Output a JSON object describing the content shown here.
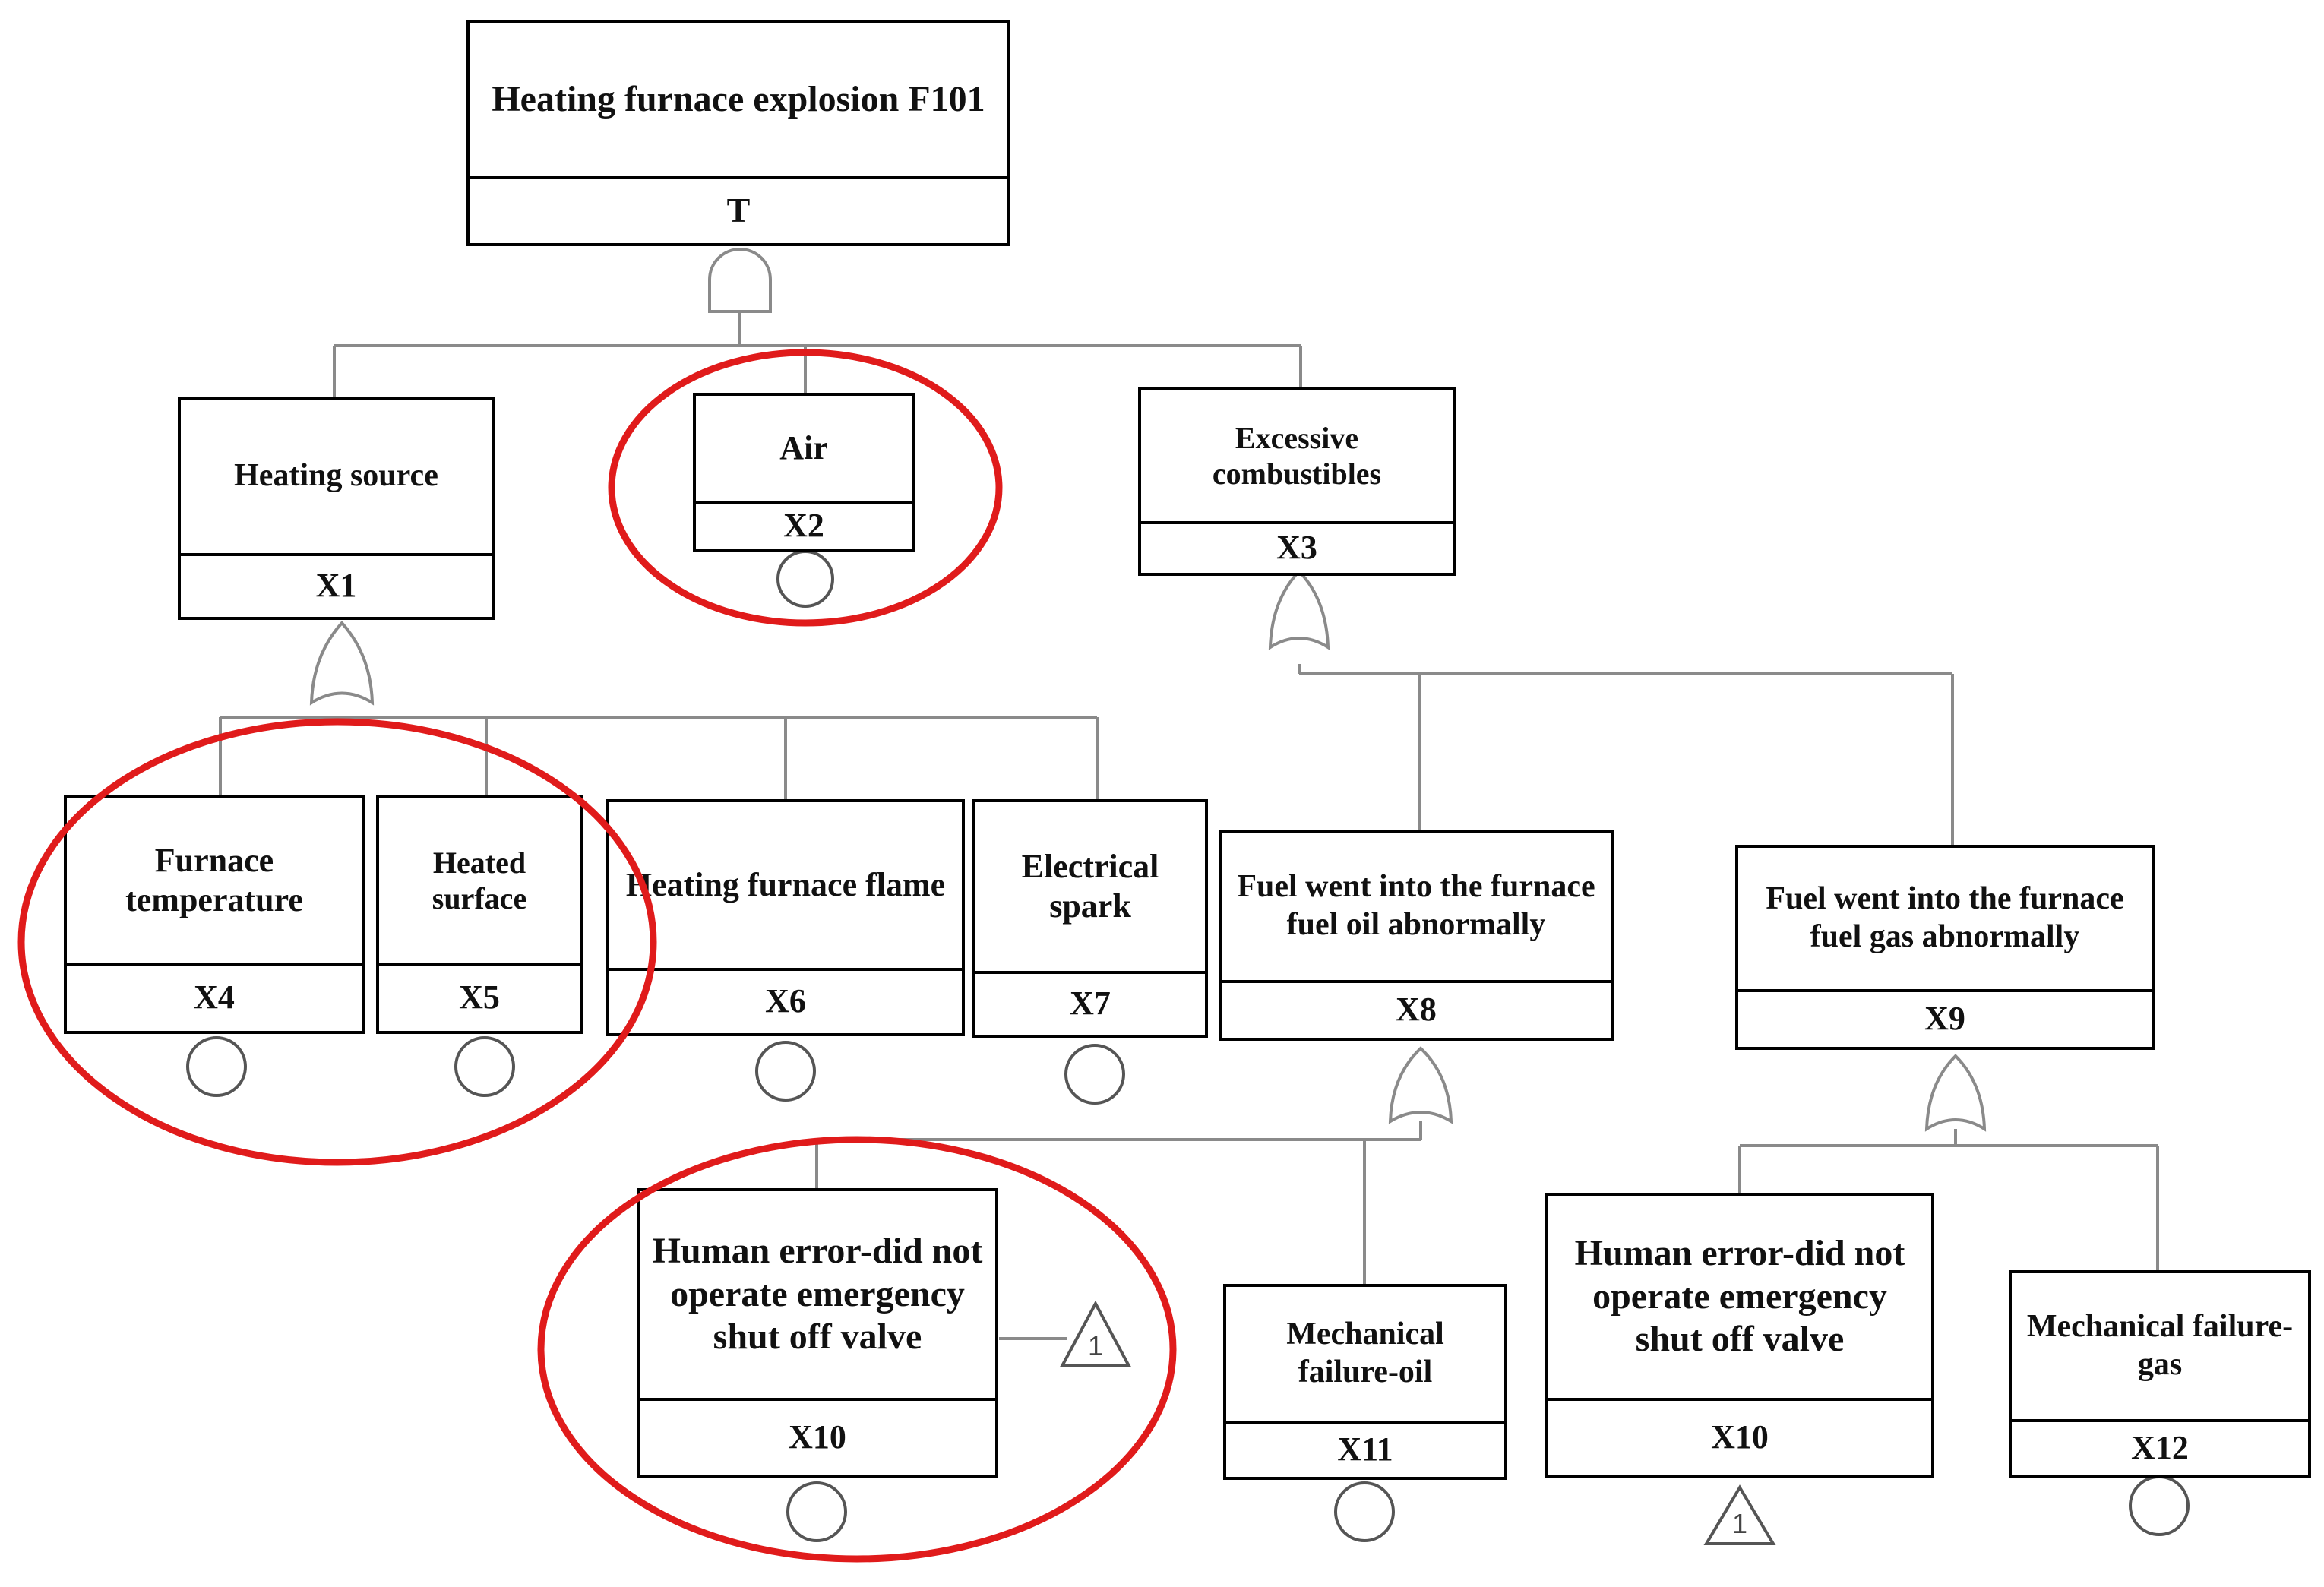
{
  "nodes": {
    "t": {
      "label": "Heating furnace explosion F101",
      "code": "T"
    },
    "x1": {
      "label": "Heating source",
      "code": "X1"
    },
    "x2": {
      "label": "Air",
      "code": "X2"
    },
    "x3": {
      "label": "Excessive combustibles",
      "code": "X3"
    },
    "x4": {
      "label": "Furnace temperature",
      "code": "X4"
    },
    "x5": {
      "label": "Heated surface",
      "code": "X5"
    },
    "x6": {
      "label": "Heating furnace flame",
      "code": "X6"
    },
    "x7": {
      "label": "Electrical spark",
      "code": "X7"
    },
    "x8": {
      "label": "Fuel went into the furnace fuel oil abnormally",
      "code": "X8"
    },
    "x9": {
      "label": "Fuel went into the furnace fuel gas abnormally",
      "code": "X9"
    },
    "x10a": {
      "label": "Human error-did not operate emergency shut off valve",
      "code": "X10"
    },
    "x11": {
      "label": "Mechanical failure-oil",
      "code": "X11"
    },
    "x10b": {
      "label": "Human error-did not operate emergency shut off valve",
      "code": "X10"
    },
    "x12": {
      "label": "Mechanical failure-gas",
      "code": "X12"
    }
  },
  "transfer_symbols": {
    "transfer_out": "1",
    "transfer_in": "1"
  },
  "colors": {
    "box_border": "#000000",
    "connector": "#8a8a8a",
    "highlight_ellipse": "#e01b1b"
  }
}
